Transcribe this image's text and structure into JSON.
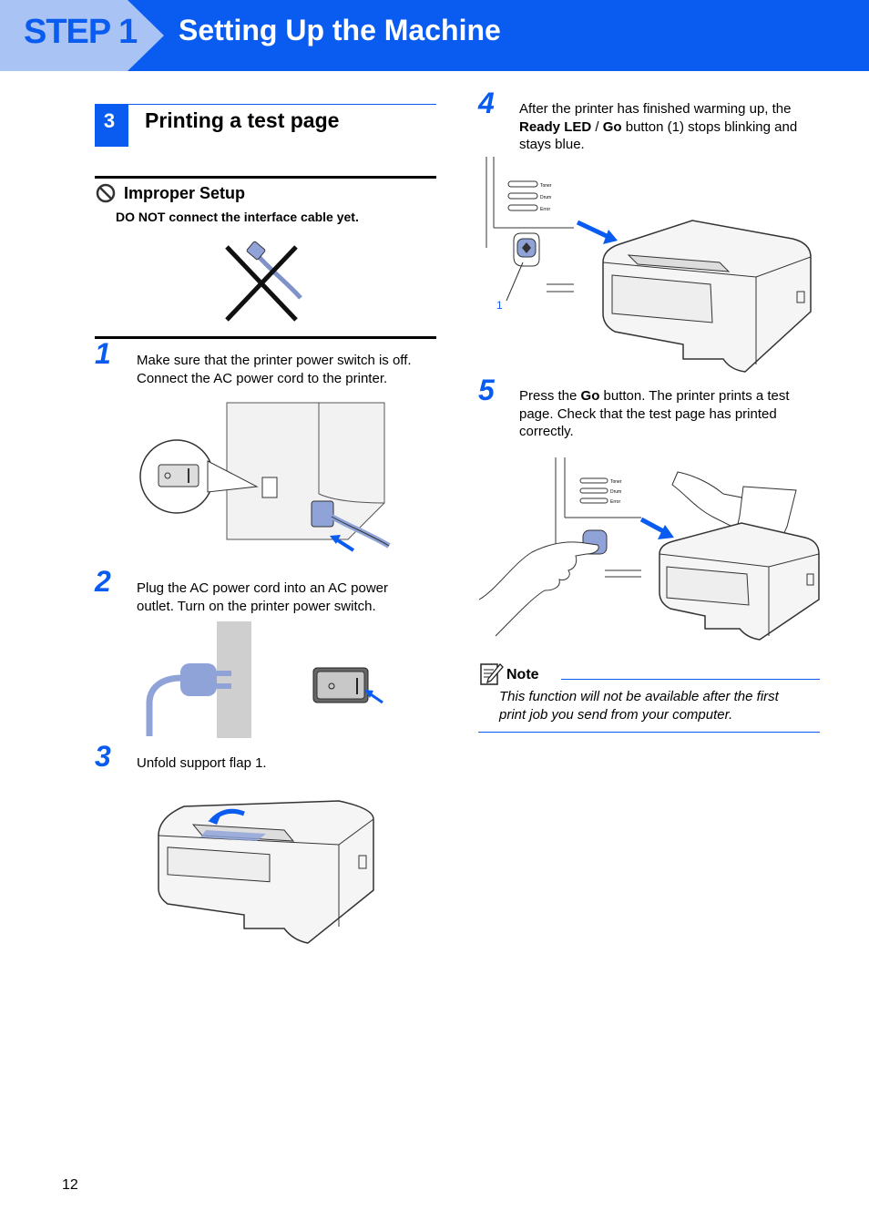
{
  "header": {
    "step_label": "STEP 1",
    "title": "Setting Up the Machine"
  },
  "section": {
    "number": "3",
    "title": "Printing a test page"
  },
  "improper_setup": {
    "title": "Improper Setup",
    "text": "DO NOT connect the interface cable yet.",
    "icon": "prohibited-icon"
  },
  "steps": [
    {
      "number": "1",
      "lines": [
        "Make sure that the printer power switch is off.",
        "Connect the AC power cord to the printer."
      ]
    },
    {
      "number": "2",
      "lines": [
        "Plug the AC power cord into an AC power",
        "outlet. Turn on the printer power switch."
      ]
    },
    {
      "number": "3",
      "lines": [
        "Unfold support flap 1."
      ]
    },
    {
      "number": "4",
      "line1": "After the printer has finished warming up, the",
      "bold1": "Ready LED",
      "sep": " / ",
      "bold2": "Go",
      "rest": " button (1) stops blinking and",
      "line3": "stays blue."
    },
    {
      "number": "5",
      "pre": "Press the ",
      "bold": "Go",
      "post": " button. The printer prints a test",
      "line2": "page. Check that the test page has printed",
      "line3": "correctly."
    }
  ],
  "figure_labels": {
    "led_toner": "Toner",
    "led_drum": "Drum",
    "led_error": "Error",
    "callout_1": "1"
  },
  "note": {
    "title": "Note",
    "lines": [
      "This function will not be available after the first",
      "print job you send from your computer."
    ]
  },
  "page_number": "12",
  "colors": {
    "brand_blue": "#0a5cf0",
    "tab_light_blue": "#a9c4f4",
    "cord_blue": "#8fa3d9"
  }
}
